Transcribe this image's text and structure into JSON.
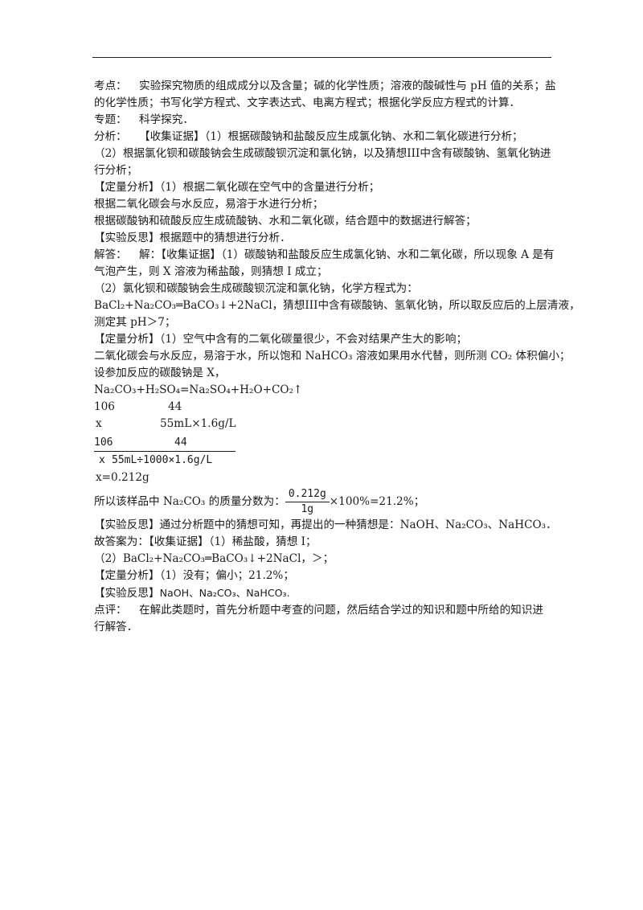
{
  "kaodian": {
    "label": "考点：",
    "l1": "实验探究物质的组成成分以及含量；碱的化学性质；溶液的酸碱性与 pH 值的关系；盐",
    "l2": "的化学性质；书写化学方程式、文字表达式、电离方程式；根据化学反应方程式的计算．"
  },
  "zhuanti": {
    "label": "专题：",
    "text": "科学探究．"
  },
  "fenxi": {
    "label": "分析：",
    "l1": "【收集证据】（1）根据碳酸钠和盐酸反应生成氯化钠、水和二氧化碳进行分析；",
    "l2": "（2）根据氯化钡和碳酸钠会生成碳酸钡沉淀和氯化钠，以及猜想III中含有碳酸钠、氢氧化钠进",
    "l3": "行分析；",
    "l4": "【定量分析】（1）根据二氧化碳在空气中的含量进行分析；",
    "l5": "根据二氧化碳会与水反应，易溶于水进行分析；",
    "l6": "根据碳酸钠和硫酸反应生成硫酸钠、水和二氧化碳，结合题中的数据进行解答；",
    "l7": "【实验反思】根据题中的猜想进行分析．"
  },
  "jieda": {
    "label": "解答：",
    "l1": "解：【收集证据】（1）碳酸钠和盐酸反应生成氯化钠、水和二氧化碳，所以现象 A 是有",
    "l2": "气泡产生，则 X 溶液为稀盐酸，则猜想 I 成立；",
    "l3": "（2）氯化钡和碳酸钠会生成碳酸钡沉淀和氯化钠，化学方程式为：",
    "l4": "BaCl₂+Na₂CO₃═BaCO₃↓+2NaCl，猜想III中含有碳酸钠、氢氧化钠，所以取反应后的上层清液，",
    "l5": "测定其 pH＞7；",
    "l6": "【定量分析】（1）空气中含有的二氧化碳量很少，不会对结果产生大的影响；",
    "l7": "二氧化碳会与水反应，易溶于水，所以饱和 NaHCO₃ 溶液如果用水代替，则所测 CO₂ 体积偏小；",
    "l8": "设参加反应的碳酸钠是 X，",
    "equation": "Na₂CO₃+H₂SO₄=Na₂SO₄+H₂O+CO₂↑",
    "mass1": "106",
    "mass2": "44",
    "var_x": "x",
    "vol": "55mL×1.6g/L",
    "frac_n1": "106",
    "frac_n2": "44",
    "frac_d1": "x",
    "frac_d2": "55mL÷1000×1.6g/L",
    "x_result": "x=0.212g",
    "percent_prefix": "所以该样品中 Na₂CO₃ 的质量分数为：",
    "percent_num": "0.212g",
    "percent_den": "1g",
    "percent_suffix": "×100%=21.2%；",
    "l9": "【实验反思】通过分析题中的猜想可知，再提出的一种猜想是：NaOH、Na₂CO₃、NaHCO₃．"
  },
  "answer": {
    "l1": "故答案为：【收集证据】（1）稀盐酸，猜想 I；",
    "l2": "（2）BaCl₂+Na₂CO₃═BaCO₃↓+2NaCl，＞；",
    "l3": "【定量分析】（1）没有；偏小；21.2%；",
    "l4_a": "【实验反思】",
    "l4_b": "NaOH、Na₂CO₃、NaHCO₃."
  },
  "dianping": {
    "label": "点评：",
    "l1": "在解此类题时，首先分析题中考查的问题，然后结合学过的知识和题中所给的知识进",
    "l2": "行解答．"
  }
}
